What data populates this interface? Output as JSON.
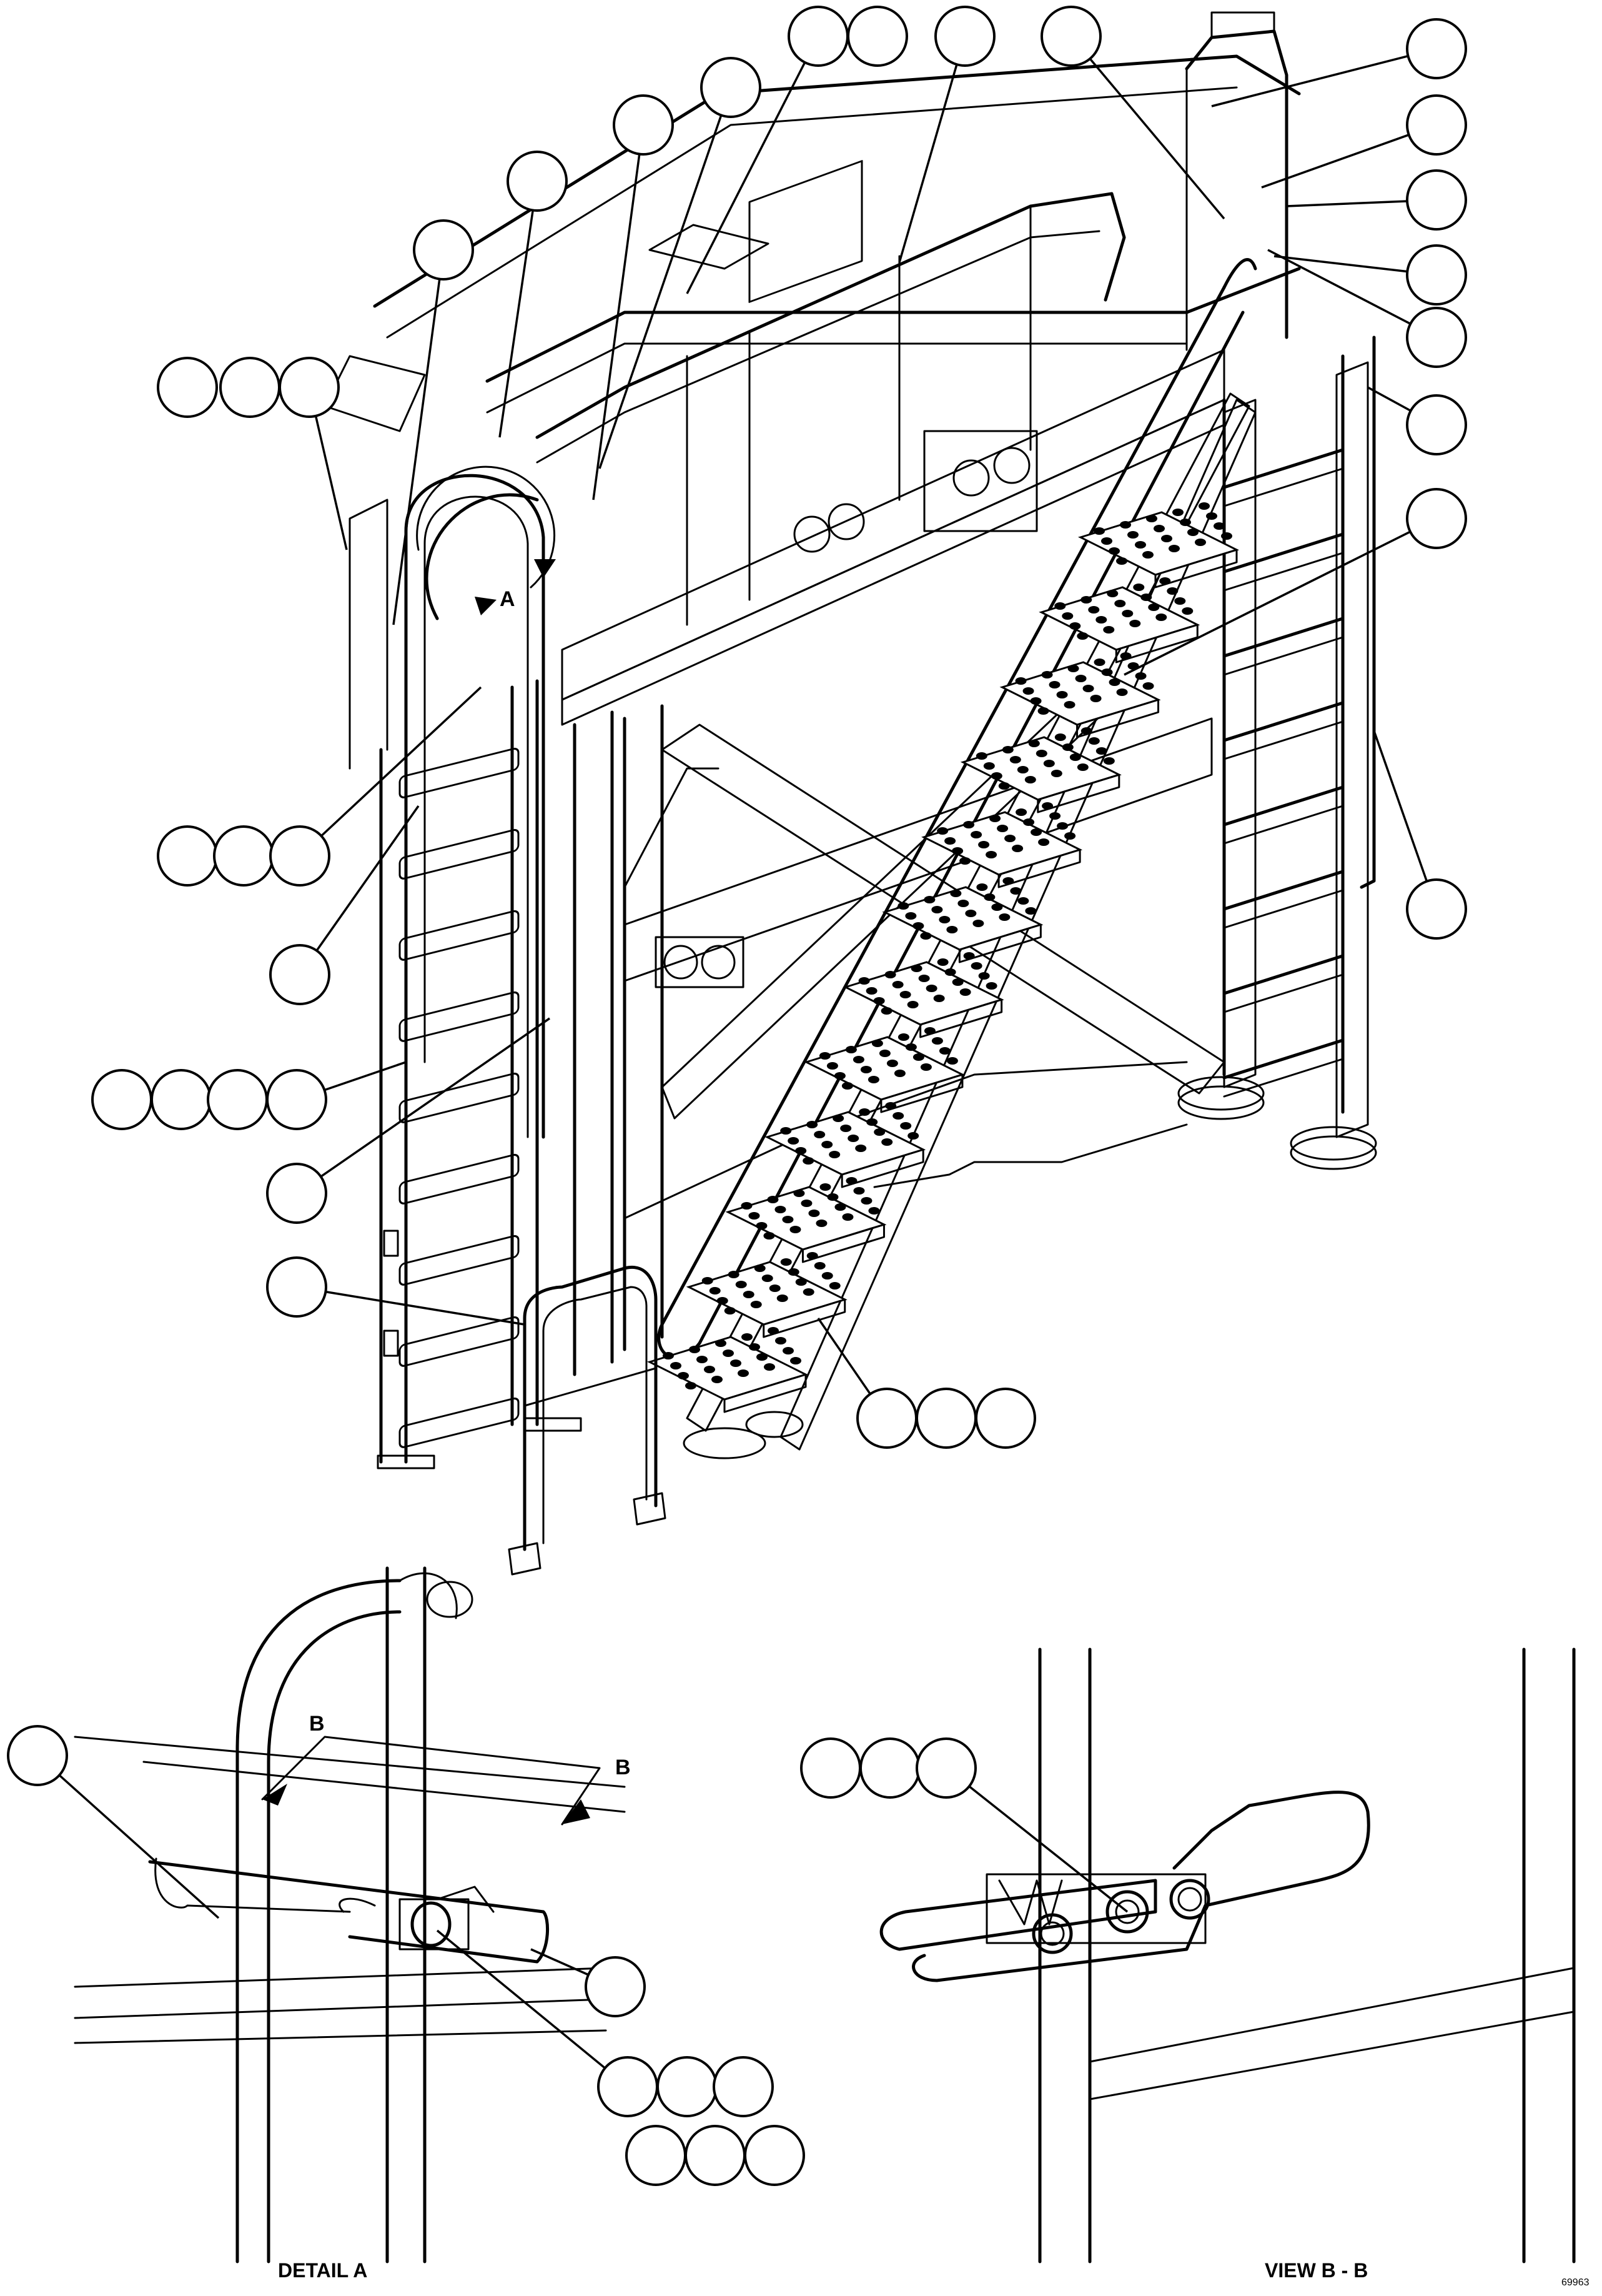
{
  "figure": {
    "detail_a_title": "DETAIL A",
    "view_bb_title": "VIEW B - B",
    "section_marker_a": "A",
    "section_marker_b": "B",
    "drawing_id": "69963"
  },
  "callouts": {
    "item_count": 52,
    "labels": []
  },
  "colors": {
    "line": "#000000",
    "background": "#ffffff"
  }
}
